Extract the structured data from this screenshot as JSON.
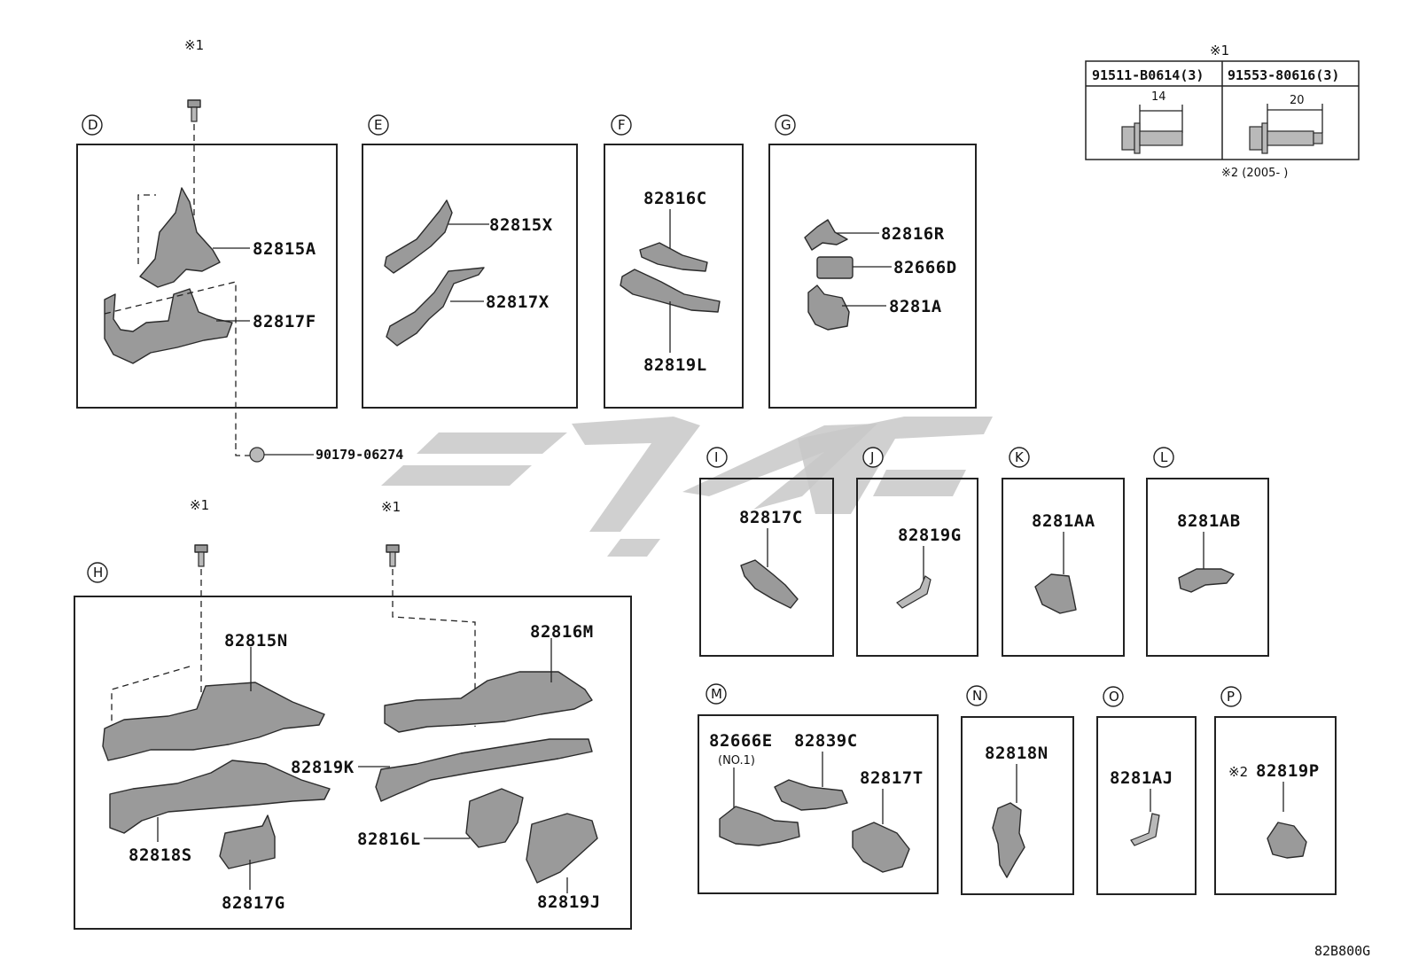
{
  "diagram_code": "82B800G",
  "note_mark_1": "※1",
  "note_mark_2": "※2",
  "clip_part": "90179-06274",
  "fastener_table": {
    "mark": "※1",
    "columns": [
      {
        "part": "91511-B0614(3)",
        "length": "14"
      },
      {
        "part": "91553-80616(3)",
        "length": "20"
      }
    ],
    "footnote": "※2 (2005-     )"
  },
  "groups": {
    "D": {
      "letter": "D",
      "parts": [
        "82815A",
        "82817F"
      ]
    },
    "E": {
      "letter": "E",
      "parts": [
        "82815X",
        "82817X"
      ]
    },
    "F": {
      "letter": "F",
      "parts": [
        "82816C",
        "82819L"
      ]
    },
    "G": {
      "letter": "G",
      "parts": [
        "82816R",
        "82666D",
        "8281A"
      ]
    },
    "H": {
      "letter": "H",
      "parts": [
        "82815N",
        "82816M",
        "82819K",
        "82818S",
        "82817G",
        "82816L",
        "82819J"
      ]
    },
    "I": {
      "letter": "I",
      "parts": [
        "82817C"
      ]
    },
    "J": {
      "letter": "J",
      "parts": [
        "82819G"
      ]
    },
    "K": {
      "letter": "K",
      "parts": [
        "8281AA"
      ]
    },
    "L": {
      "letter": "L",
      "parts": [
        "8281AB"
      ]
    },
    "M": {
      "letter": "M",
      "parts": [
        "82666E",
        "82839C",
        "82817T"
      ],
      "sub_note": "(NO.1)"
    },
    "N": {
      "letter": "N",
      "parts": [
        "82818N"
      ]
    },
    "O": {
      "letter": "O",
      "parts": [
        "8281AJ"
      ]
    },
    "P": {
      "letter": "P",
      "parts": [
        "82819P"
      ],
      "prefix": "※2"
    }
  }
}
